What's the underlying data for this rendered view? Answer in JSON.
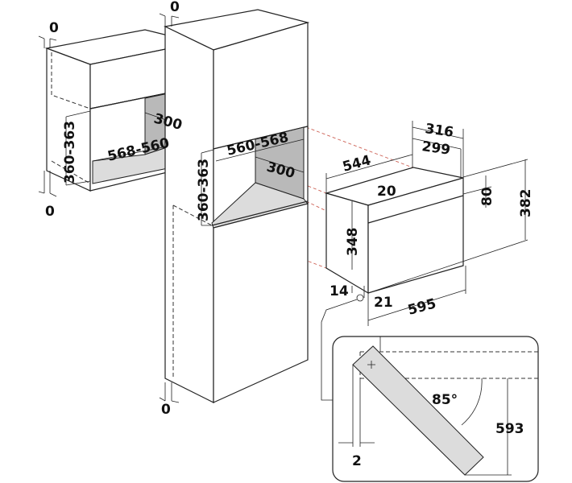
{
  "wall_cabinet": {
    "gap_top": "0",
    "gap_bottom": "0",
    "height": "360-363",
    "width": "568-560",
    "depth": "300"
  },
  "tall_cabinet": {
    "gap_top": "0",
    "gap_bottom": "0",
    "height": "360-363",
    "width": "560-568",
    "depth": "300"
  },
  "appliance": {
    "depth_body": "544",
    "depth_total": "316",
    "depth_front": "299",
    "height_body": "348",
    "top_offset": "20",
    "panel_height": "80",
    "height_total": "382",
    "width": "595",
    "bottom_offset": "14",
    "side_offset": "21"
  },
  "detail": {
    "angle": "85°",
    "door_height": "593",
    "clearance": "2"
  },
  "colors": {
    "line": "#222222",
    "panel": "#b9b9b9",
    "guide": "#c0392b"
  }
}
